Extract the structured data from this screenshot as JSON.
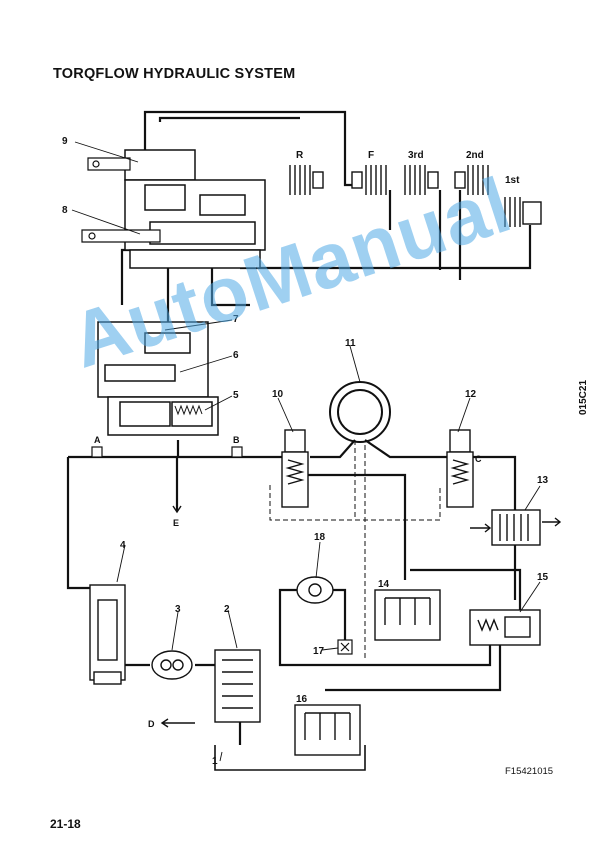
{
  "title": "TORQFLOW HYDRAULIC SYSTEM",
  "page_number": "21-18",
  "figure_code": "F15421015",
  "side_code": "015C21",
  "watermark": "AutoManual",
  "clutch_labels": [
    "R",
    "F",
    "3rd",
    "2nd",
    "1st"
  ],
  "component_numbers": [
    "1",
    "2",
    "3",
    "4",
    "5",
    "6",
    "7",
    "8",
    "9",
    "10",
    "11",
    "12",
    "13",
    "14",
    "15",
    "16",
    "17",
    "18"
  ],
  "port_labels": {
    "a": "A",
    "b": "B",
    "c": "C",
    "d": "D",
    "e": "E"
  },
  "colors": {
    "line": "#111111",
    "watermark": "#50aae6"
  }
}
